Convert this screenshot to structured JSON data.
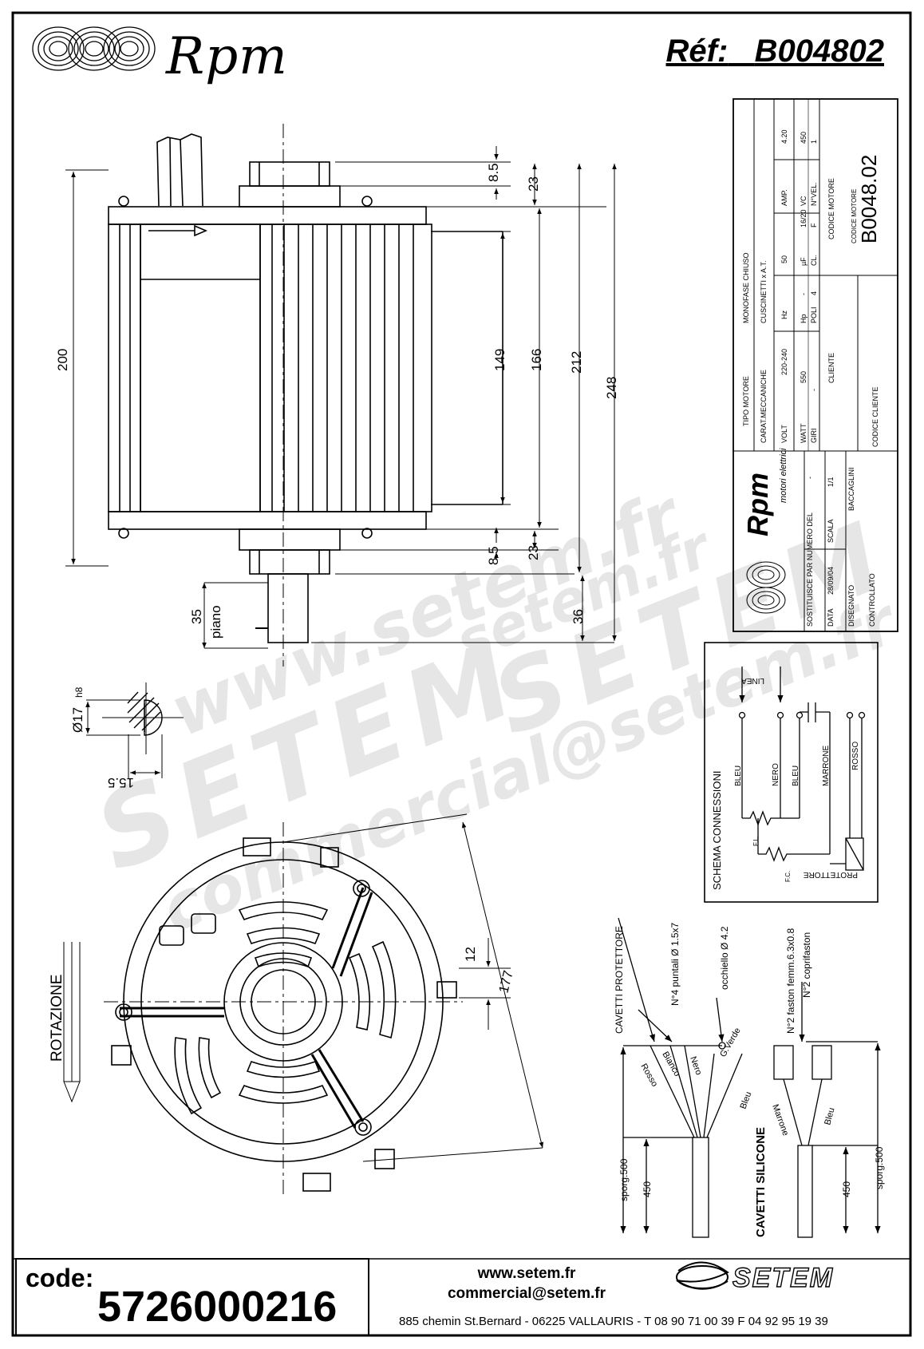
{
  "header": {
    "brand": "Rpm",
    "ref_label": "Réf:",
    "ref_value": "B004802"
  },
  "dimensions": {
    "d_8_5_top": "8.5",
    "d_23_top": "23",
    "d_149": "149",
    "d_166": "166",
    "d_212": "212",
    "d_248": "248",
    "d_200": "200",
    "d_8_5_bottom": "8.5",
    "d_23_bottom": "23",
    "d_36": "36",
    "d_35": "35",
    "piano": "piano",
    "shaft_dia": "Ø17",
    "shaft_tol": "h8",
    "flat": "15.5",
    "d_12": "12",
    "d_177": "177",
    "rotazione": "ROTAZIONE"
  },
  "title_block": {
    "tipo_motore_label": "TIPO MOTORE",
    "tipo_motore": "MONOFASE CHIUSO",
    "carat_label": "CARAT.MECCANICHE",
    "carat": "CUSCINETTI x A.T.",
    "volt_label": "VOLT",
    "volt": "220-240",
    "hz_label": "Hz",
    "hz": "50",
    "amp_label": "AMP.",
    "amp": "4.20",
    "watt_label": "WATT",
    "watt": "550",
    "hp_label": "Hp",
    "hp": "-",
    "uf_label": "µF",
    "uf": "16/20",
    "vc_label": "VC",
    "vc": "450",
    "giri_label": "GIRI",
    "giri": "-",
    "poli_label": "POLI",
    "poli": "4",
    "cl_label": "CL.",
    "cl": "F",
    "nvel_label": "N°VEL.",
    "nvel": "1",
    "cliente_label": "CLIENTE",
    "codice_motore_label": "CODICE MOTORE",
    "codice_motore": "B0048.02",
    "codice_cliente_label": "CODICE CLIENTE",
    "brand": "Rpm",
    "subtitle": "motori elettrici",
    "sostituisce_label": "SOSTITUISCE PAR NUMERO DEL",
    "sostituisce": "-",
    "data_label": "DATA",
    "data": "28/09/04",
    "scala_label": "SCALA",
    "scala": "1/1",
    "disegnato_label": "DISEGNATO",
    "disegnato": "BACCAGLINI",
    "controllato_label": "CONTROLLATO"
  },
  "schema": {
    "title": "SCHEMA CONNESSIONI",
    "linea": "LINEA",
    "bleu1": "BLEU",
    "nero": "NERO",
    "bleu2": "BLEU",
    "marrone": "MARRONE",
    "rosso": "ROSSO",
    "fl": "F.L.",
    "fc": "F.C.",
    "protettore": "PROTETTORE"
  },
  "cables": {
    "cavetti_protettore": "CAVETTI PROTETTORE",
    "puntali": "N°4 puntali Ø 1.5x7",
    "occhiello": "occhiello Ø 4.2",
    "rosso": "Rosso",
    "bianco": "Bianco",
    "nero": "Nero",
    "gverde": "G.Verde",
    "bleu": "Bleu",
    "sporg_500_a": "sporg.500",
    "d_450_a": "450",
    "faston": "N°2 faston femm.6.3x0.8",
    "coprifaston": "N°2 coprifaston",
    "marrone": "Marrone",
    "bleu2": "Bleu",
    "cavetti_silicone": "CAVETTI SILICONE",
    "d_450_b": "450",
    "sporg_500_b": "sporg.500"
  },
  "watermark": {
    "w1": "www.setem.fr",
    "w2": "SETEM",
    "w3": "SETEM",
    "w4": "commercial@setem.fr",
    "w5": "setem.fr"
  },
  "footer": {
    "code_label": "code:",
    "code_value": "5726000216",
    "web": "www.setem.fr",
    "email": "commercial@setem.fr",
    "address": "885 chemin St.Bernard  -  06225 VALLAURIS  -  T 08 90 71 00 39   F 04 92 95 19 39",
    "brand": "SETEM"
  }
}
